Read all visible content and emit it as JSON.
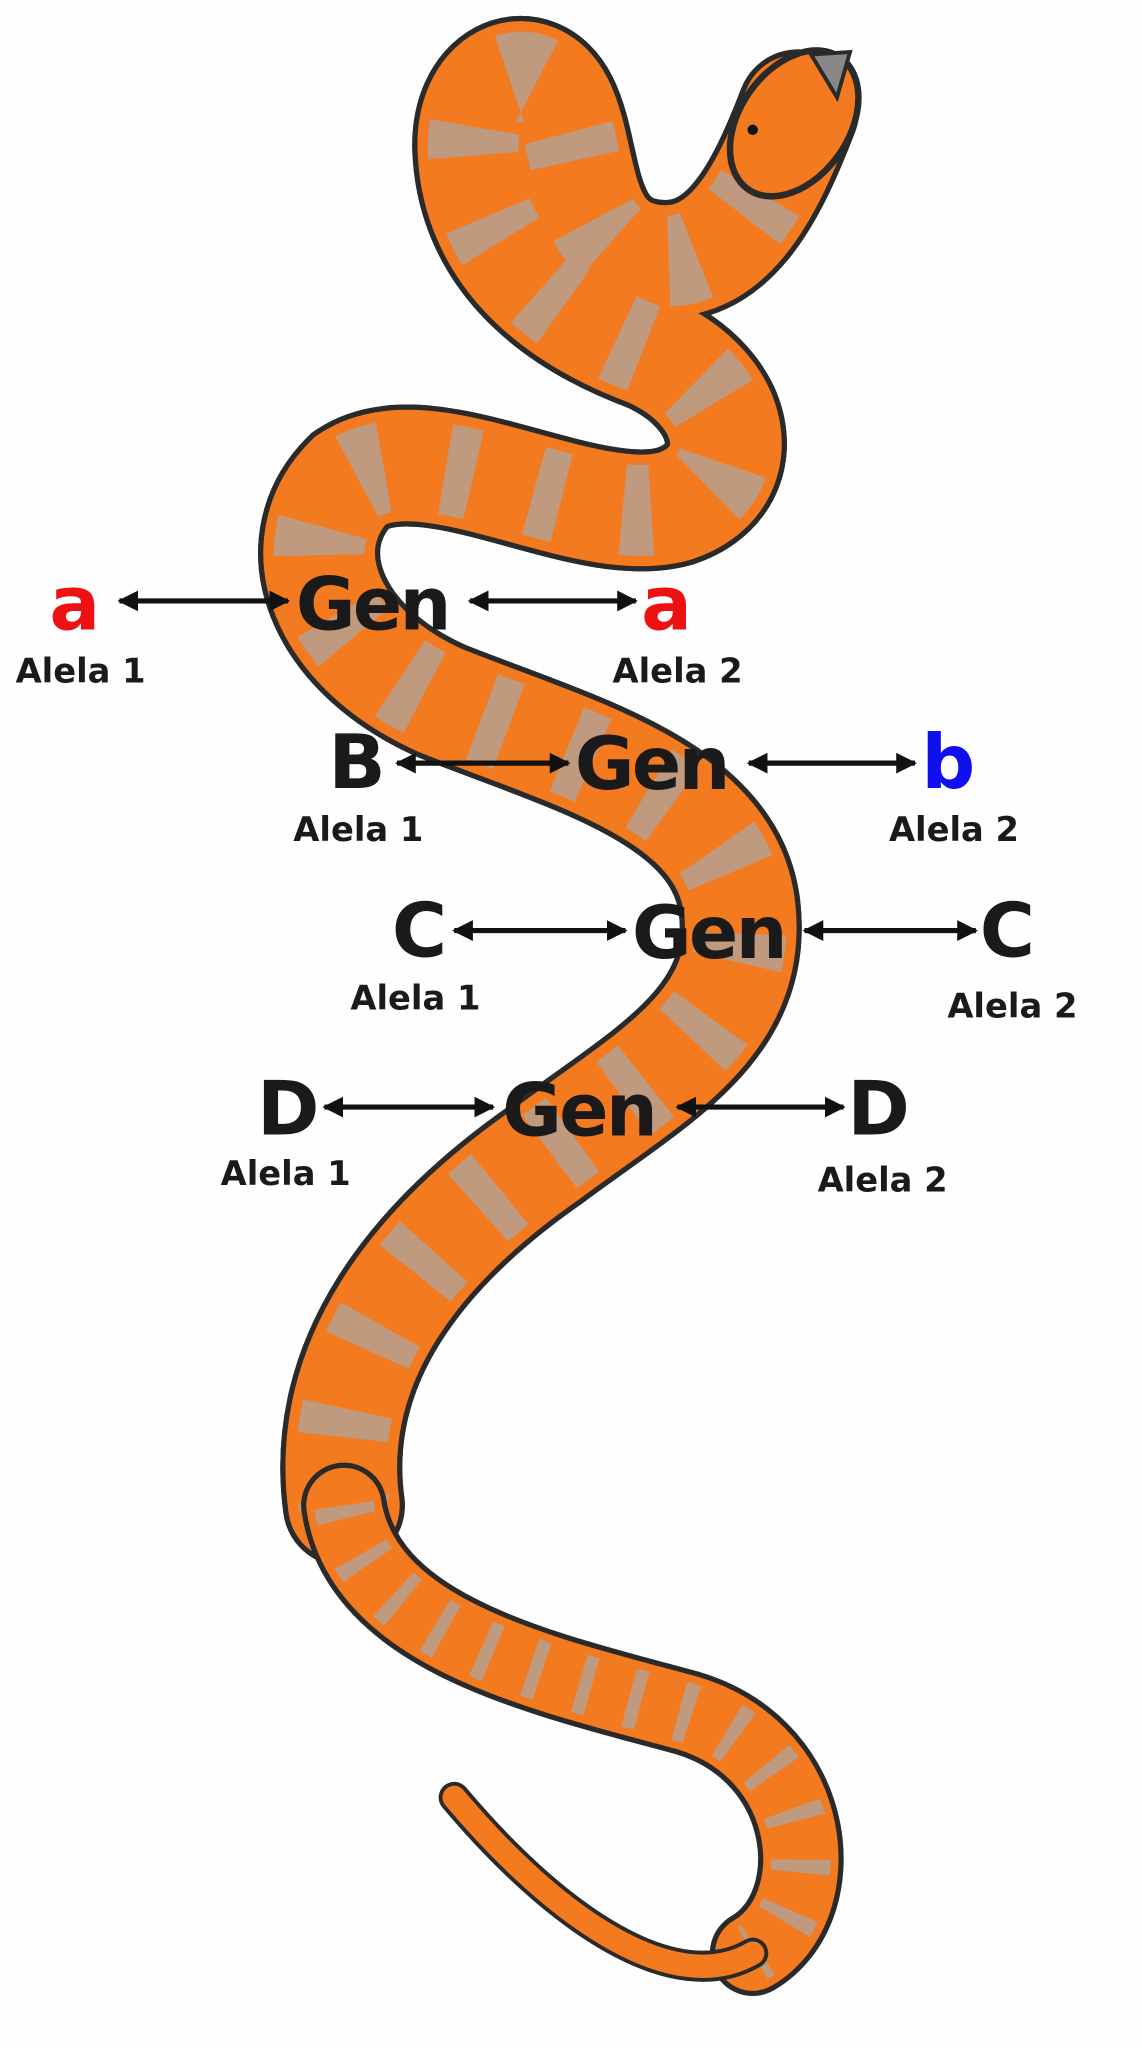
{
  "colors": {
    "body": "#f47a1f",
    "outline": "#2a2a2a",
    "blotch": "#a8a8a8",
    "recessive_red": "#ee1111",
    "recessive_blue": "#1010ee",
    "text": "#1a1a1a"
  },
  "rows": [
    {
      "gene": "Gen",
      "allele1": "a",
      "allele1_label": "Alela 1",
      "allele2": "a",
      "allele2_label": "Alela 2"
    },
    {
      "gene": "Gen",
      "allele1": "B",
      "allele1_label": "Alela 1",
      "allele2": "b",
      "allele2_label": "Alela 2"
    },
    {
      "gene": "Gen",
      "allele1": "C",
      "allele1_label": "Alela 1",
      "allele2": "C",
      "allele2_label": "Alela 2"
    },
    {
      "gene": "Gen",
      "allele1": "D",
      "allele1_label": "Alela 1",
      "allele2": "D",
      "allele2_label": "Alela 2"
    }
  ]
}
